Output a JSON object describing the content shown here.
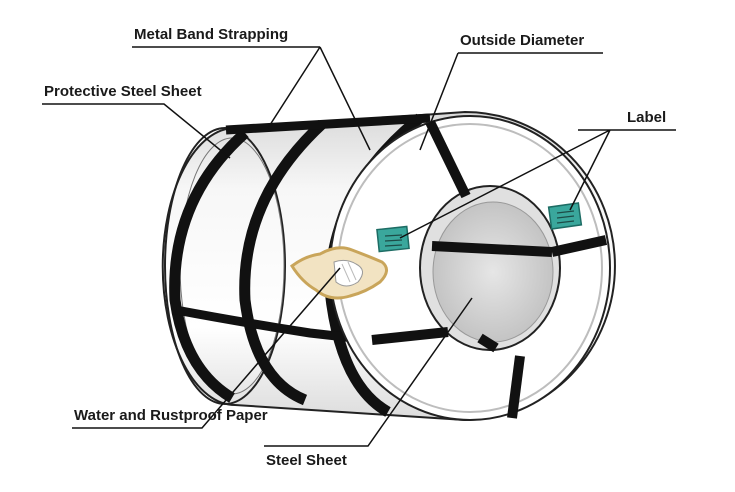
{
  "labels": {
    "metal_band_strapping": "Metal Band Strapping",
    "outside_diameter": "Outside Diameter",
    "protective_steel_sheet": "Protective Steel Sheet",
    "label": "Label",
    "water_rustproof_paper": "Water and Rustproof Paper",
    "steel_sheet": "Steel Sheet"
  },
  "colors": {
    "strap": "#111111",
    "coil_body": "#f3f3f3",
    "end_face": "#ffffff",
    "inner_bore": "#d6d6d6",
    "label_tag": "#3aa79c",
    "paper": "#f2e3c2",
    "paper_edge": "#c9a55a"
  }
}
